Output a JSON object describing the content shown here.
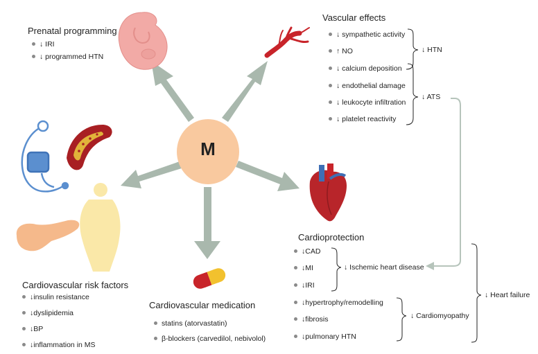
{
  "center": {
    "label": "M"
  },
  "prenatal": {
    "title": "Prenatal programming",
    "items": [
      "↓ IRI",
      "↓ programmed HTN"
    ]
  },
  "vascular": {
    "title": "Vascular effects",
    "items": [
      "↓ sympathetic activity",
      "↑ NO",
      "↓ calcium deposition",
      "↓ endothelial damage",
      "↓ leukocyte infiltration",
      "↓ platelet reactivity"
    ],
    "htn_label": "↓ HTN",
    "ats_label": "↓ ATS"
  },
  "risk": {
    "title": "Cardiovascular risk factors",
    "items": [
      "↓insulin resistance",
      "↓dyslipidemia",
      "↓BP",
      "↓inflammation in MS"
    ]
  },
  "medication": {
    "title": "Cardiovascular medication",
    "items": [
      "statins (atorvastatin)",
      "β-blockers (carvedilol, nebivolol)"
    ]
  },
  "cardioprotection": {
    "title": "Cardioprotection",
    "items": [
      "↓CAD",
      "↓MI",
      "↓IRI",
      "↓hypertrophy/remodelling",
      "↓fibrosis",
      "↓pulmonary HTN"
    ],
    "ihd_label": "↓ Ischemic heart disease",
    "cm_label": "↓ Cardiomyopathy",
    "hf_label": "↓ Heart failure"
  },
  "colors": {
    "arrow": "#a9b8ad",
    "center_fill": "#f9c99f",
    "connector": "#b6c4bb",
    "embryo": "#f2aaa6",
    "vessel": "#c8242a",
    "heart": "#b8252a",
    "device": "#5b8fcf",
    "body": "#fae8a8",
    "pancreas": "#f5b98b"
  },
  "icons": [
    "embryo-icon",
    "blood-vessel-icon",
    "heart-icon",
    "artery-plaque-icon",
    "blood-pressure-monitor-icon",
    "obese-body-icon",
    "pancreas-icon",
    "pill-capsule-icon"
  ]
}
